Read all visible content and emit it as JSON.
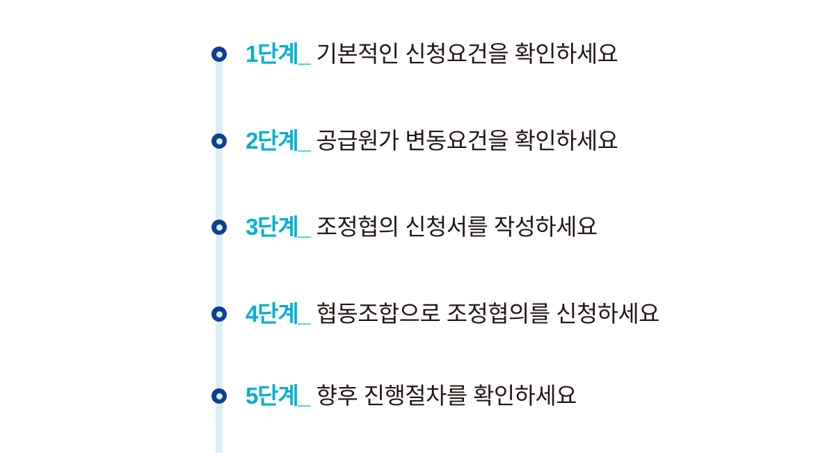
{
  "panel": {
    "name": "step-guide-timeline",
    "accent_color": "#00b0d2",
    "marker_ring_color": "#0c3f8f",
    "marker_core_color": "#d8eaf2",
    "track_color": "#daeef5",
    "text_color": "#231815",
    "background_color": "#ffffff"
  },
  "steps": [
    {
      "marker": "circle-bullet-icon",
      "label": "1단계_",
      "description": "기본적인 신청요건을 확인하세요"
    },
    {
      "marker": "circle-bullet-icon",
      "label": "2단계_",
      "description": "공급원가 변동요건을 확인하세요"
    },
    {
      "marker": "circle-bullet-icon",
      "label": "3단계_",
      "description": "조정협의 신청서를 작성하세요"
    },
    {
      "marker": "circle-bullet-icon",
      "label": "4단계_",
      "description": "협동조합으로 조정협의를 신청하세요"
    },
    {
      "marker": "circle-bullet-icon",
      "label": "5단계_",
      "description": "향후 진행절차를 확인하세요"
    }
  ]
}
